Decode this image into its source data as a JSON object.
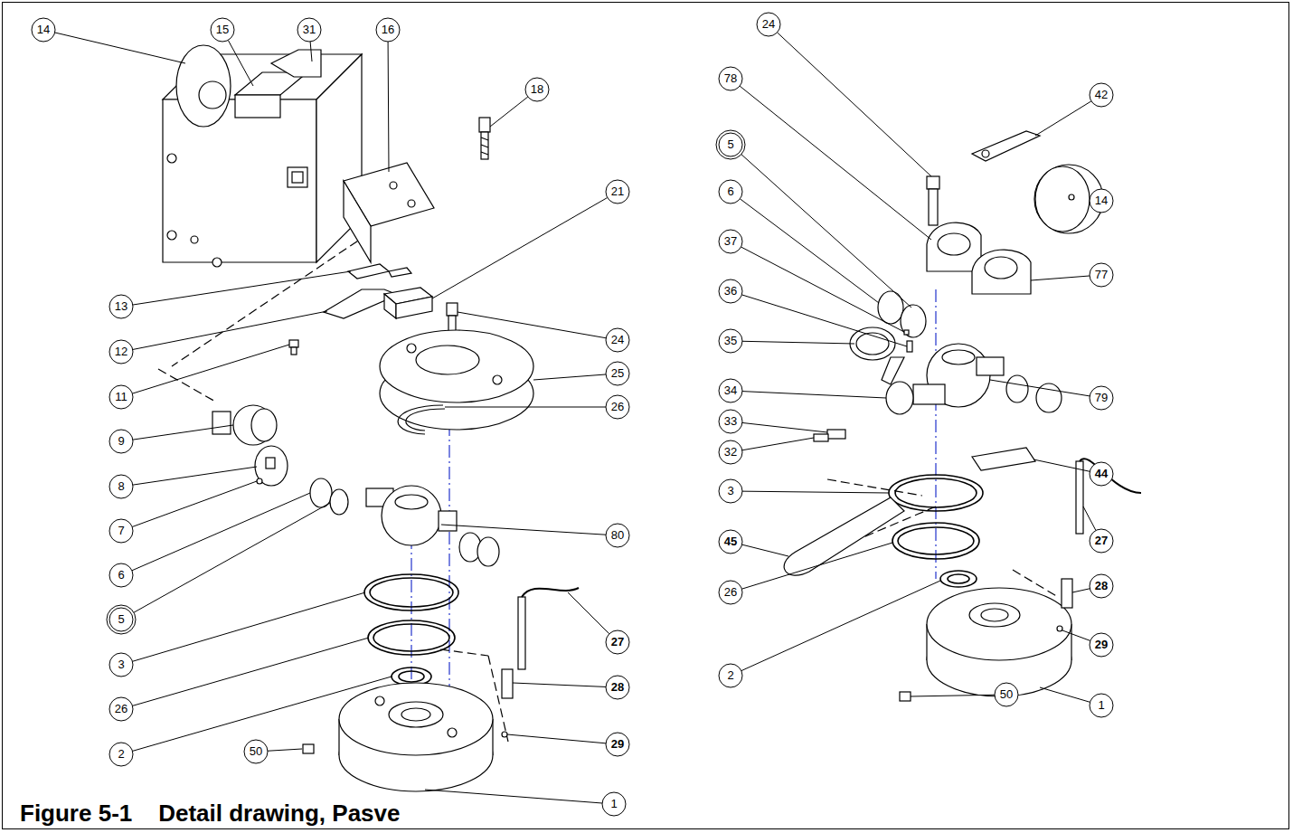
{
  "diagram": {
    "caption": "Figure 5-1    Detail drawing, Pasve",
    "labels": [
      "14",
      "15",
      "31",
      "16",
      "18",
      "21",
      "13",
      "12",
      "24",
      "11",
      "25",
      "26",
      "9",
      "8",
      "7",
      "6",
      "5",
      "80",
      "3",
      "26",
      "27",
      "2",
      "28",
      "29",
      "50",
      "1",
      "24",
      "78",
      "42",
      "5",
      "14",
      "6",
      "77",
      "37",
      "36",
      "79",
      "35",
      "34",
      "44",
      "33",
      "32",
      "3",
      "45",
      "26",
      "2",
      "27",
      "28",
      "29",
      "50",
      "1"
    ]
  }
}
